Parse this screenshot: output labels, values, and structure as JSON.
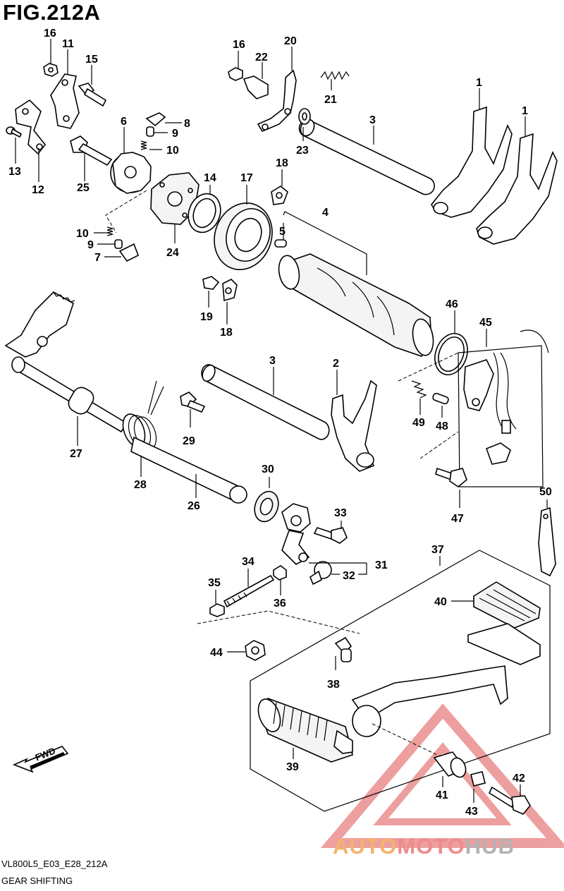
{
  "figure": {
    "title": "FIG.212A",
    "code": "VL800L5_E03_E28_212A",
    "name": "GEAR SHIFTING",
    "direction_label": "FWD"
  },
  "watermark": {
    "part1": "AUTO",
    "part2": "MOTO",
    "part3": "HUB",
    "colors": {
      "auto": "#f3b36b",
      "moto": "#ee8b8b",
      "hub": "#b3b3b3",
      "triangle": "#e05050"
    }
  },
  "callouts": [
    {
      "id": "c16a",
      "text": "16"
    },
    {
      "id": "c11",
      "text": "11"
    },
    {
      "id": "c15",
      "text": "15"
    },
    {
      "id": "c16b",
      "text": "16"
    },
    {
      "id": "c22",
      "text": "22"
    },
    {
      "id": "c20",
      "text": "20"
    },
    {
      "id": "c21",
      "text": "21"
    },
    {
      "id": "c1a",
      "text": "1"
    },
    {
      "id": "c1b",
      "text": "1"
    },
    {
      "id": "c3a",
      "text": "3"
    },
    {
      "id": "c23",
      "text": "23"
    },
    {
      "id": "c6",
      "text": "6"
    },
    {
      "id": "c8",
      "text": "8"
    },
    {
      "id": "c9a",
      "text": "9"
    },
    {
      "id": "c10a",
      "text": "10"
    },
    {
      "id": "c13",
      "text": "13"
    },
    {
      "id": "c12",
      "text": "12"
    },
    {
      "id": "c25",
      "text": "25"
    },
    {
      "id": "c18a",
      "text": "18"
    },
    {
      "id": "c14",
      "text": "14"
    },
    {
      "id": "c17",
      "text": "17"
    },
    {
      "id": "c4",
      "text": "4"
    },
    {
      "id": "c5",
      "text": "5"
    },
    {
      "id": "c10b",
      "text": "10"
    },
    {
      "id": "c9b",
      "text": "9"
    },
    {
      "id": "c7",
      "text": "7"
    },
    {
      "id": "c24",
      "text": "24"
    },
    {
      "id": "c19",
      "text": "19"
    },
    {
      "id": "c18b",
      "text": "18"
    },
    {
      "id": "c46",
      "text": "46"
    },
    {
      "id": "c45",
      "text": "45"
    },
    {
      "id": "c3b",
      "text": "3"
    },
    {
      "id": "c2",
      "text": "2"
    },
    {
      "id": "c49",
      "text": "49"
    },
    {
      "id": "c48",
      "text": "48"
    },
    {
      "id": "c27",
      "text": "27"
    },
    {
      "id": "c29",
      "text": "29"
    },
    {
      "id": "c28",
      "text": "28"
    },
    {
      "id": "c30",
      "text": "30"
    },
    {
      "id": "c26",
      "text": "26"
    },
    {
      "id": "c47",
      "text": "47"
    },
    {
      "id": "c50",
      "text": "50"
    },
    {
      "id": "c33",
      "text": "33"
    },
    {
      "id": "c37",
      "text": "37"
    },
    {
      "id": "c34",
      "text": "34"
    },
    {
      "id": "c31",
      "text": "31"
    },
    {
      "id": "c32",
      "text": "32"
    },
    {
      "id": "c35",
      "text": "35"
    },
    {
      "id": "c36",
      "text": "36"
    },
    {
      "id": "c40",
      "text": "40"
    },
    {
      "id": "c44",
      "text": "44"
    },
    {
      "id": "c38",
      "text": "38"
    },
    {
      "id": "c39",
      "text": "39"
    },
    {
      "id": "c41",
      "text": "41"
    },
    {
      "id": "c42",
      "text": "42"
    },
    {
      "id": "c43",
      "text": "43"
    }
  ]
}
